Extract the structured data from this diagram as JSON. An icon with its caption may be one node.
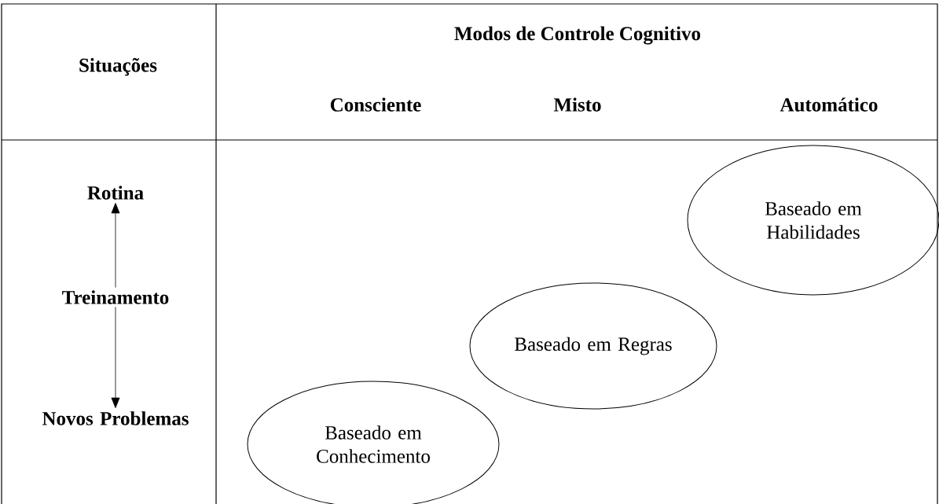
{
  "diagram": {
    "nodes": [
      {
        "text": [
          "Rotina"
        ]
      },
      {
        "text": [
          "Treinamento"
        ]
      },
      {
        "text": [
          "Novos Problemas"
        ]
      },
      {
        "text": [
          "Baseado em Conhecimento"
        ]
      },
      {
        "text": [
          "Baseado em Regras"
        ]
      },
      {
        "text": [
          "Baseado em Habilidades"
        ]
      }
    ],
    "edges": [
      {
        "from": 1,
        "to": 0,
        "arrow": "to"
      },
      {
        "from": 1,
        "to": 2,
        "arrow": "to"
      }
    ],
    "labels": [
      "Situações",
      "Modos de Controle Cognitivo",
      "Consciente",
      "Misto",
      "Automático"
    ]
  }
}
